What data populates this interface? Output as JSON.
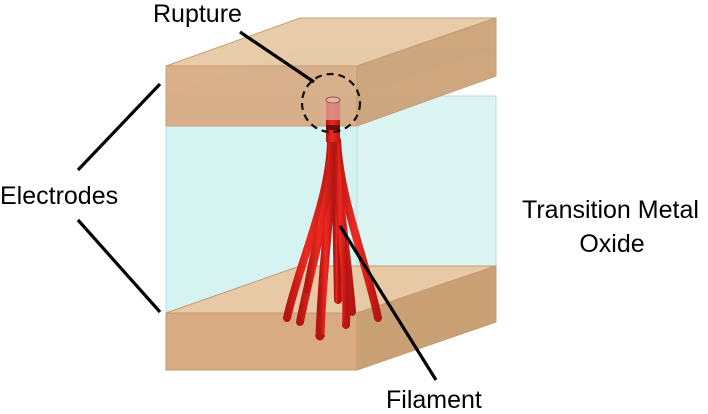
{
  "labels": {
    "rupture": "Rupture",
    "electrodes": "Electrodes",
    "oxide_line1": "Transition Metal",
    "oxide_line2": "Oxide",
    "filament": "Filament"
  },
  "colors": {
    "electrode_top": "#e7c9a5",
    "electrode_front": "#d8ab83",
    "electrode_side": "#caa075",
    "oxide": "#d5f3f1",
    "filament": "#e0211b",
    "filament_dark": "#b51510",
    "rupture_tip": "#d99a8e"
  }
}
